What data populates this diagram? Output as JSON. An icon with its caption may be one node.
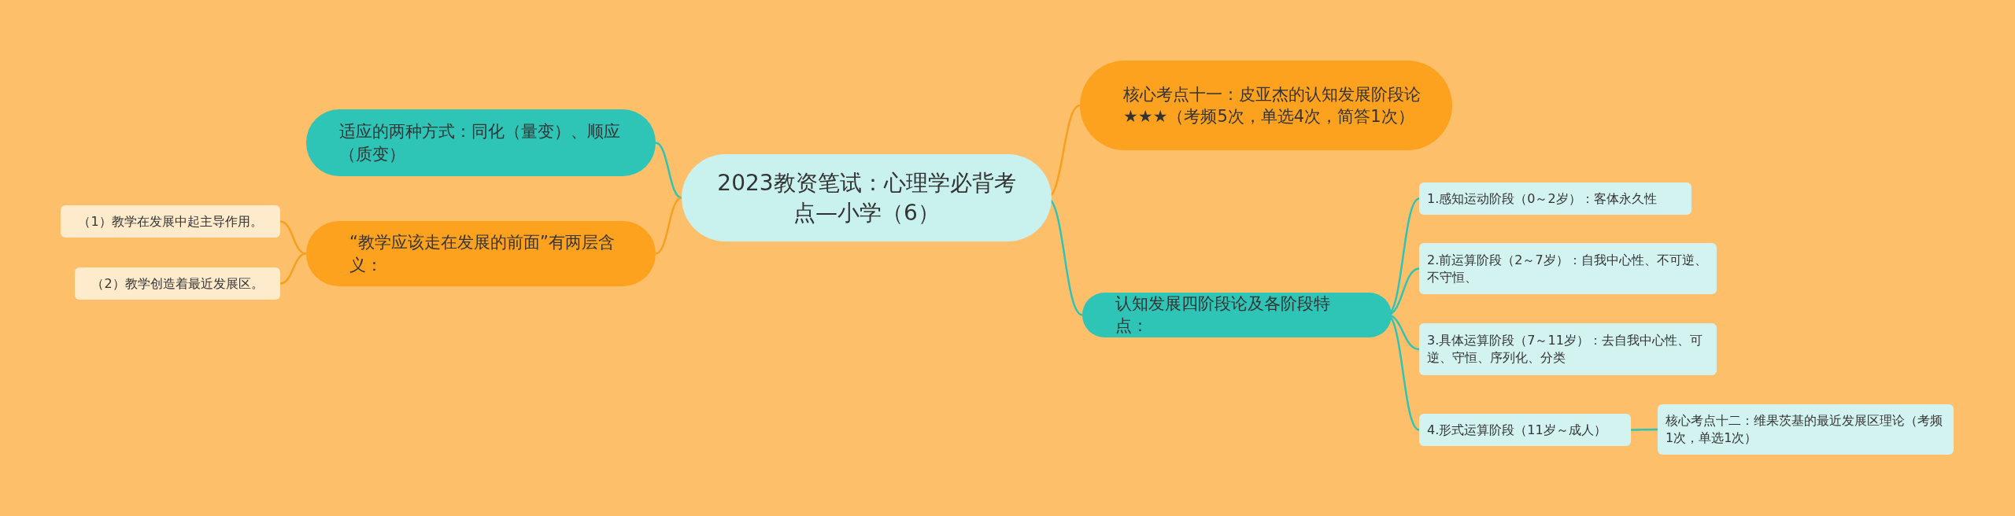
{
  "diagram": {
    "nodes": [
      {
        "text": [
          "2023教资笔试：心理学必背考点—小学（6）"
        ]
      },
      {
        "text": [
          "核心考点十一：皮亚杰的认知发展阶段论★★★（考频5次，单选4次，简答1次）"
        ]
      },
      {
        "text": [
          "适应的两种方式：同化（量变）、顺应（质变）"
        ]
      },
      {
        "text": [
          "“教学应该走在发展的前面”有两层含义："
        ]
      },
      {
        "text": [
          "（1）教学在发展中起主导作用。"
        ]
      },
      {
        "text": [
          "（2）教学创造着最近发展区。"
        ]
      },
      {
        "text": [
          "认知发展四阶段论及各阶段特点："
        ]
      },
      {
        "text": [
          "1.感知运动阶段（0～2岁）：客体永久性"
        ]
      },
      {
        "text": [
          "2.前运算阶段（2～7岁）：自我中心性、不可逆、不守恒、"
        ]
      },
      {
        "text": [
          "3.具体运算阶段（7～11岁）：去自我中心性、可逆、守恒、序列化、分类"
        ]
      },
      {
        "text": [
          "4.形式运算阶段（11岁～成人）"
        ]
      },
      {
        "text": [
          "核心考点十二：维果茨基的最近发展区理论（考频1次，单选1次）"
        ]
      }
    ],
    "edges": [
      {
        "from": 0,
        "to": 1,
        "arrow": "none",
        "color": "#f5a020"
      },
      {
        "from": 0,
        "to": 2,
        "arrow": "none"
      },
      {
        "from": 0,
        "to": 3,
        "arrow": "none",
        "color": "#f5a020"
      },
      {
        "from": 3,
        "to": 4,
        "arrow": "none",
        "color": "#f5a020"
      },
      {
        "from": 3,
        "to": 5,
        "arrow": "none",
        "color": "#f5a020"
      },
      {
        "from": 0,
        "to": 6,
        "arrow": "none"
      },
      {
        "from": 6,
        "to": 7,
        "arrow": "none"
      },
      {
        "from": 6,
        "to": 8,
        "arrow": "none"
      },
      {
        "from": 6,
        "to": 9,
        "arrow": "none"
      },
      {
        "from": 6,
        "to": 10,
        "arrow": "none"
      },
      {
        "from": 10,
        "to": 11,
        "arrow": "none"
      }
    ]
  }
}
